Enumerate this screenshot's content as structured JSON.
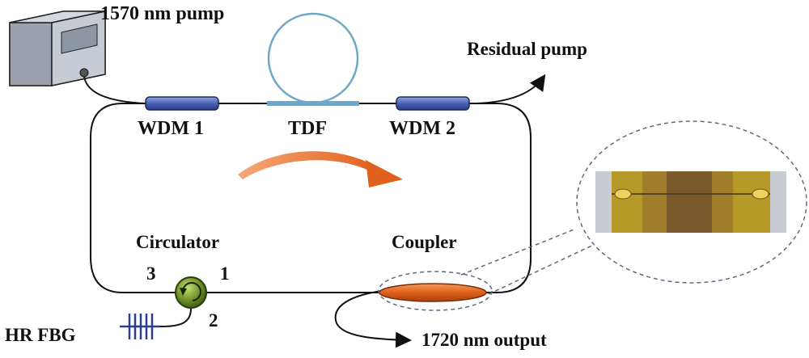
{
  "labels": {
    "pump": "1570 nm pump",
    "residual": "Residual pump",
    "wdm1": "WDM 1",
    "tdf": "TDF",
    "wdm2": "WDM 2",
    "circulator": "Circulator",
    "coupler": "Coupler",
    "port1": "1",
    "port2": "2",
    "port3": "3",
    "fbg": "HR FBG",
    "output": "1720 nm output"
  },
  "colors": {
    "wdm": "#4c63b6",
    "tdf": "#6fa8c6",
    "circulator": "#6b8e23",
    "coupler": "#e0601c",
    "direction_arrow": "#e0601c",
    "fbg": "#2c3e8f",
    "fiber": "#111111",
    "inset_gold": "#b59a2a",
    "inset_brown": "#7a5a2a"
  },
  "icons": {
    "pump_source": "laser-box-icon",
    "circulator": "circulator-icon",
    "direction": "curved-arrow-icon",
    "fbg": "fbg-grating-icon",
    "inset": "coupler-photo-inset"
  }
}
